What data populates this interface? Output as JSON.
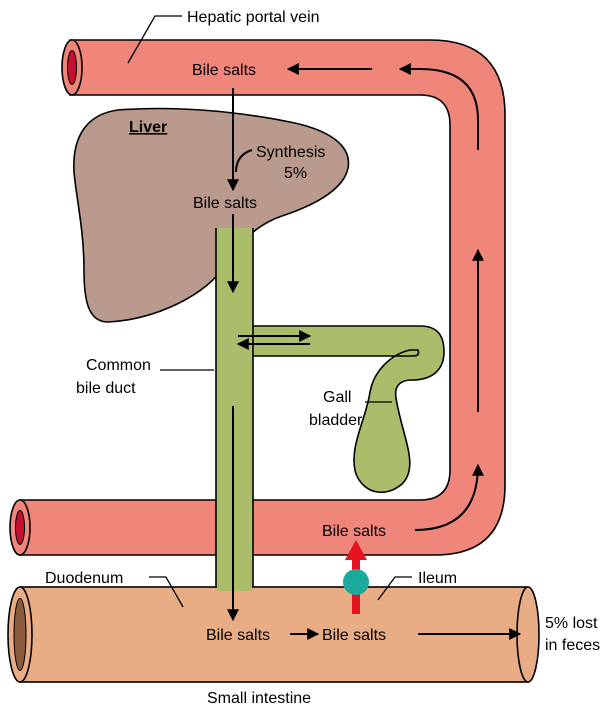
{
  "labels": {
    "hepatic_portal_vein": "Hepatic portal vein",
    "liver": "Liver",
    "synthesis_line1": "Synthesis",
    "synthesis_line2": "5%",
    "bile_salts_portal": "Bile salts",
    "bile_salts_liver": "Bile salts",
    "common_bile_duct_line1": "Common",
    "common_bile_duct_line2": "bile duct",
    "gall_bladder_line1": "Gall",
    "gall_bladder_line2": "bladder",
    "bile_salts_ileum_vein": "Bile salts",
    "duodenum": "Duodenum",
    "ileum": "Ileum",
    "bile_salts_duodenum": "Bile salts",
    "bile_salts_ileum": "Bile salts",
    "lost_line1": "5% lost",
    "lost_line2": "in feces",
    "small_intestine": "Small intestine"
  },
  "colors": {
    "vein": "#f0857a",
    "vein_lumen": "#c8102e",
    "liver": "#b99a8c",
    "bile": "#a9bd6a",
    "intestine": "#e8ad85",
    "intestine_lumen": "#8a5a3c",
    "transporter": "#1aa99a",
    "transport_arrow": "#e3141f"
  }
}
